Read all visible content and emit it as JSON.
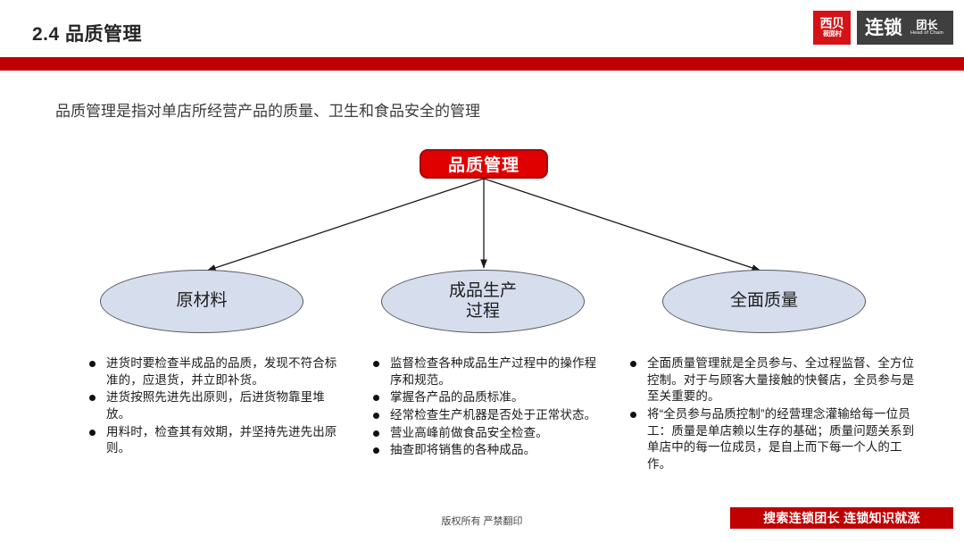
{
  "header": {
    "title": "2.4 品质管理",
    "accent_color": "#c00000"
  },
  "logo": {
    "brand_line1": "西贝",
    "brand_line2": "莜面村",
    "main_text": "连锁",
    "side_cn": "团长",
    "side_en": "Head of Chain",
    "brand_color": "#d51317",
    "dark_color": "#3f3f3f"
  },
  "lead": {
    "text": "品质管理是指对单店所经营产品的质量、卫生和食品安全的管理"
  },
  "diagram": {
    "root": {
      "label": "品质管理",
      "fill": "#e00000",
      "border": "#9e0b0b",
      "text_color": "#ffffff"
    },
    "nodes": [
      {
        "label": "原材料",
        "label_line2": ""
      },
      {
        "label": "成品生产",
        "label_line2": "过程"
      },
      {
        "label": "全面质量",
        "label_line2": ""
      }
    ],
    "node_fill": "#d6dded",
    "node_border": "#555a63",
    "connector_color": "#1a1a1a"
  },
  "columns": [
    {
      "bullets": [
        "进货时要检查半成品的品质，发现不符合标准的，应退货，并立即补货。",
        "进货按照先进先出原则，后进货物靠里堆放。",
        "用料时，检查其有效期，并坚持先进先出原则。"
      ]
    },
    {
      "bullets": [
        "监督检查各种成品生产过程中的操作程序和规范。",
        "掌握各产品的品质标准。",
        "经常检查生产机器是否处于正常状态。",
        "营业高峰前做食品安全检查。",
        "抽查即将销售的各种成品。"
      ]
    },
    {
      "bullets": [
        "全面质量管理就是全员参与、全过程监督、全方位控制。对于与顾客大量接触的快餐店，全员参与是至关重要的。",
        "将“全员参与品质控制”的经营理念灌输给每一位员工：质量是单店赖以生存的基础；质量问题关系到单店中的每一位成员，是自上而下每一个人的工作。"
      ]
    }
  ],
  "footer": {
    "copyright": "版权所有 严禁翻印",
    "badge_text": "搜索连锁团长 连锁知识就涨",
    "badge_color": "#c00000"
  }
}
